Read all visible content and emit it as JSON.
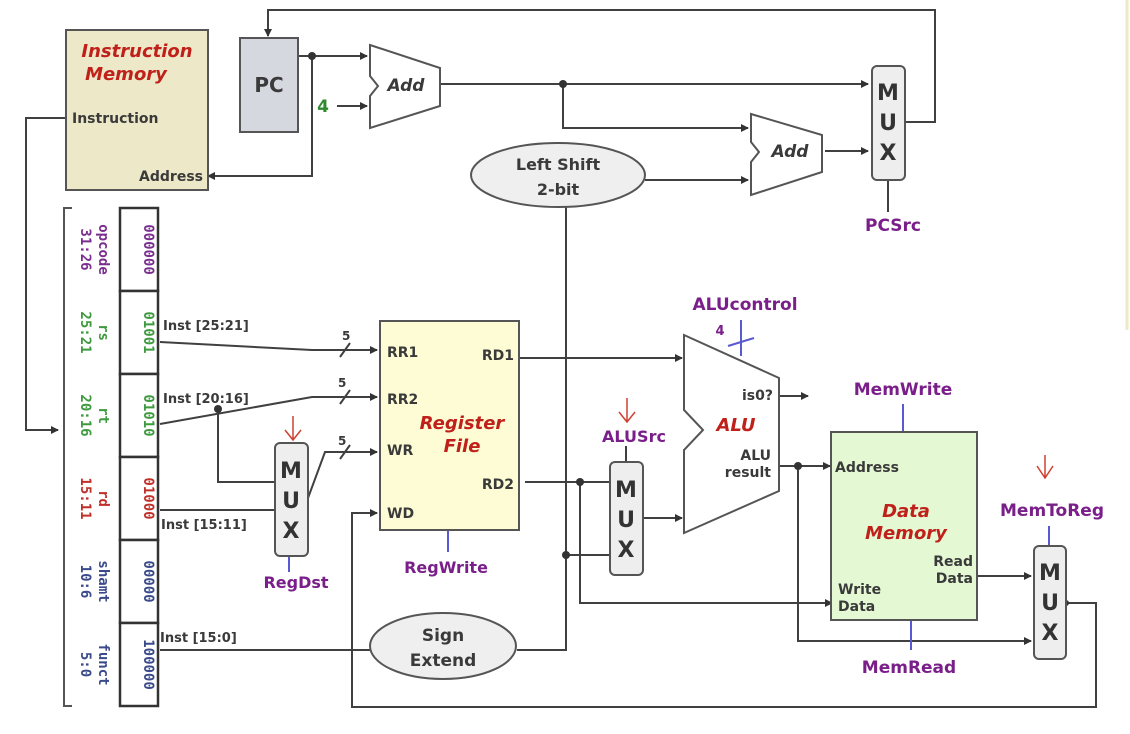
{
  "instruction_memory": {
    "title_line1": "Instruction",
    "title_line2": "Memory",
    "port_instruction": "Instruction",
    "port_address": "Address"
  },
  "pc": {
    "label": "PC"
  },
  "constant_four": "4",
  "adder_pc": {
    "label": "Add"
  },
  "adder_branch": {
    "label": "Add"
  },
  "left_shift": {
    "line1": "Left Shift",
    "line2": "2-bit"
  },
  "sign_extend": {
    "line1": "Sign",
    "line2": "Extend"
  },
  "mux_labels": [
    "M",
    "U",
    "X"
  ],
  "pc_mux": {
    "control": "PCSrc"
  },
  "regdst_mux": {
    "control": "RegDst"
  },
  "alusrc_mux": {
    "control": "ALUSrc"
  },
  "memtoreg_mux": {
    "control": "MemToReg"
  },
  "register_file": {
    "title_line1": "Register",
    "title_line2": "File",
    "rr1": "RR1",
    "rr2": "RR2",
    "wr": "WR",
    "wd": "WD",
    "rd1": "RD1",
    "rd2": "RD2",
    "control": "RegWrite"
  },
  "bus_width": "5",
  "alu": {
    "title": "ALU",
    "zero": "is0?",
    "result_line1": "ALU",
    "result_line2": "result",
    "control": "ALUcontrol",
    "control_width": "4"
  },
  "data_memory": {
    "title_line1": "Data",
    "title_line2": "Memory",
    "address": "Address",
    "read_line1": "Read",
    "read_line2": "Data",
    "write_line1": "Write",
    "write_line2": "Data",
    "write_control": "MemWrite",
    "read_control": "MemRead"
  },
  "wire_labels": {
    "rs": "Inst [25:21]",
    "rt": "Inst [20:16]",
    "rd": "Inst [15:11]",
    "imm": "Inst [15:0]"
  },
  "instruction_fields": [
    {
      "name": "opcode",
      "bits": "31:26",
      "value": "000000",
      "color": "#7a2f8f"
    },
    {
      "name": "rs",
      "bits": "25:21",
      "value": "01001",
      "color": "#3e9a3e"
    },
    {
      "name": "rt",
      "bits": "20:16",
      "value": "01010",
      "color": "#3e9a3e"
    },
    {
      "name": "rd",
      "bits": "15:11",
      "value": "01000",
      "color": "#c0302a"
    },
    {
      "name": "shamt",
      "bits": "10:6",
      "value": "00000",
      "color": "#3a4a8a"
    },
    {
      "name": "funct",
      "bits": "5:0",
      "value": "100000",
      "color": "#3a4a8a"
    }
  ],
  "colors": {
    "instruction_memory_fill": "#ede8c8",
    "register_file_fill": "#fdfcd4",
    "data_memory_fill": "#e4f8d4",
    "pc_fill": "#d6d8e0",
    "mux_fill": "#eeeeee",
    "control_purple": "#7a1f8a",
    "title_red": "#c0201a"
  }
}
